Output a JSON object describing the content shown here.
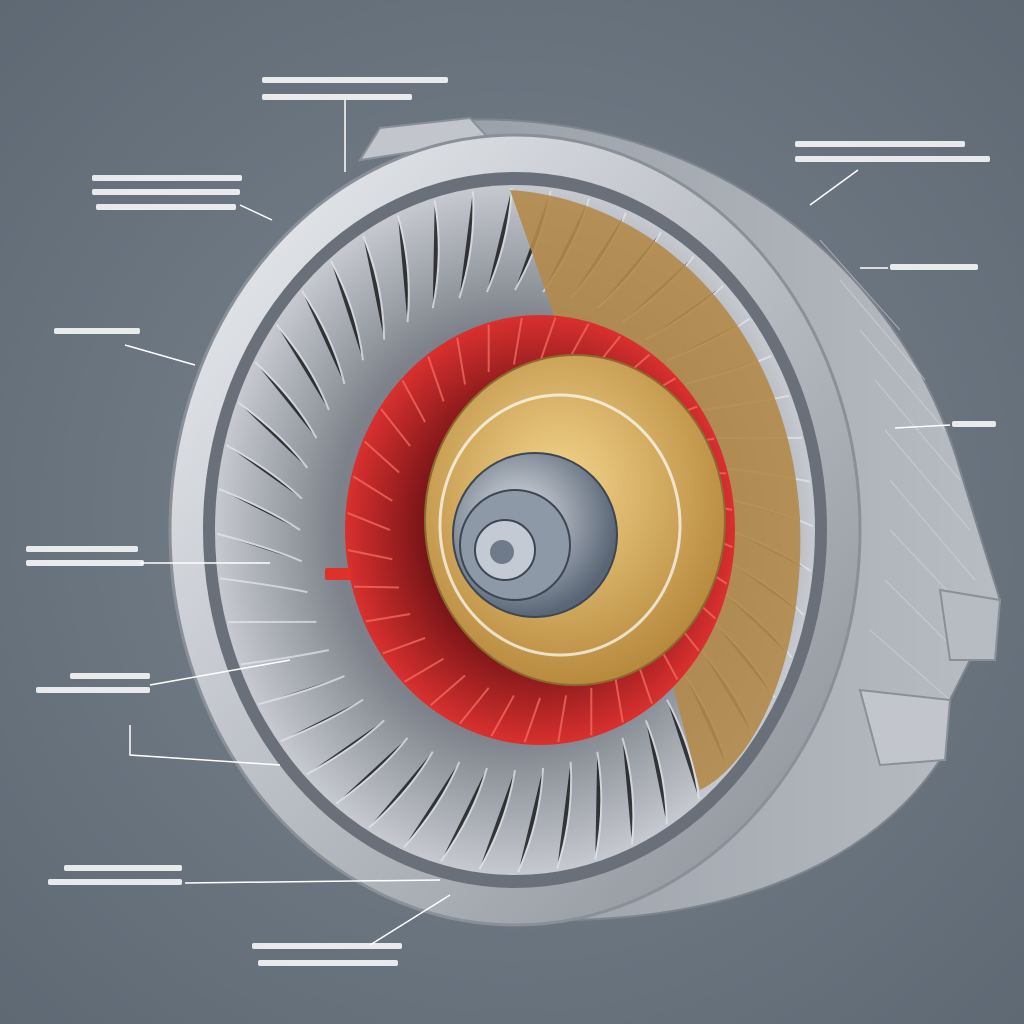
{
  "colors": {
    "background": "#6e7985",
    "housing": "#c9ccd2",
    "housing_shadow": "#8e939b",
    "blades": "#a9adb4",
    "impeller_red": "#c8262b",
    "hub_gold": "#d4a85a",
    "shaft": "#4a5564",
    "leader_line": "#ffffff"
  },
  "callouts": [
    {
      "name": "callout-top",
      "lines": [
        "",
        ""
      ]
    },
    {
      "name": "callout-upper-left",
      "lines": [
        "",
        "",
        ""
      ]
    },
    {
      "name": "callout-top-right",
      "lines": [
        "",
        ""
      ]
    },
    {
      "name": "callout-right-upper",
      "lines": [
        ""
      ]
    },
    {
      "name": "callout-left-upper",
      "lines": [
        ""
      ]
    },
    {
      "name": "callout-right-middle",
      "lines": [
        ""
      ]
    },
    {
      "name": "callout-left-middle",
      "lines": [
        "",
        ""
      ]
    },
    {
      "name": "callout-left-lower",
      "lines": [
        "",
        ""
      ]
    },
    {
      "name": "callout-bottom-left",
      "lines": [
        "",
        ""
      ]
    },
    {
      "name": "callout-bottom",
      "lines": [
        "",
        ""
      ]
    }
  ]
}
